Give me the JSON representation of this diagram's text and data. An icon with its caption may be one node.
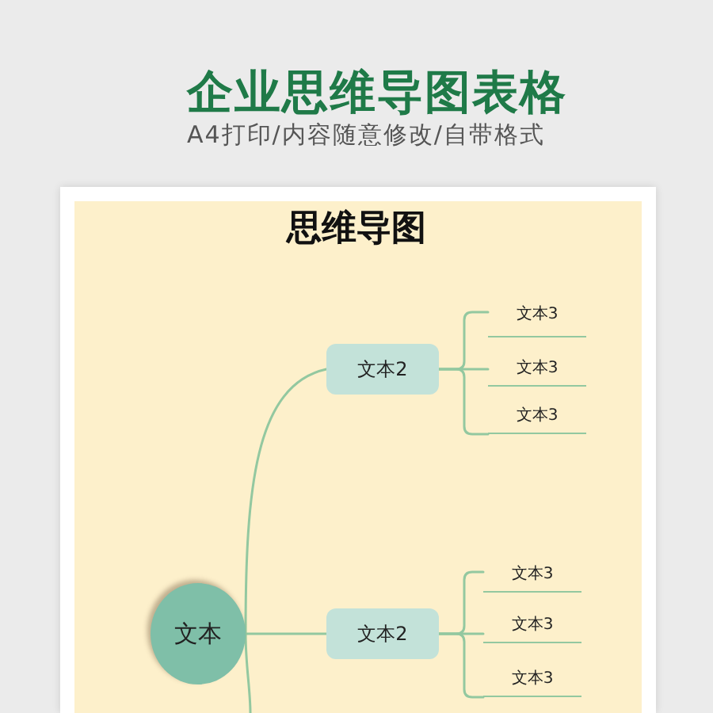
{
  "diagram": {
    "title": "企业思维导图表格",
    "nodes": [
      {
        "text": [
          "文本"
        ]
      },
      {
        "text": [
          "文本2"
        ]
      },
      {
        "text": [
          "文本3"
        ]
      },
      {
        "text": [
          "文本3"
        ]
      },
      {
        "text": [
          "文本3"
        ]
      },
      {
        "text": [
          "文本2"
        ]
      },
      {
        "text": [
          "文本3"
        ]
      },
      {
        "text": [
          "文本3"
        ]
      },
      {
        "text": [
          "文本3"
        ]
      }
    ],
    "edges": [
      {
        "from": 0,
        "to": 1,
        "arrow": "none"
      },
      {
        "from": 0,
        "to": 5,
        "arrow": "none"
      },
      {
        "from": 0,
        "to": null,
        "arrow": "none"
      },
      {
        "from": 1,
        "to": 2,
        "arrow": "none"
      },
      {
        "from": 1,
        "to": 3,
        "arrow": "none"
      },
      {
        "from": 1,
        "to": 4,
        "arrow": "none"
      },
      {
        "from": 5,
        "to": 6,
        "arrow": "none"
      },
      {
        "from": 5,
        "to": 7,
        "arrow": "none"
      },
      {
        "from": 5,
        "to": 8,
        "arrow": "none"
      }
    ],
    "labels": [
      "A4打印/内容随意修改/自带格式",
      "思维导图"
    ]
  }
}
